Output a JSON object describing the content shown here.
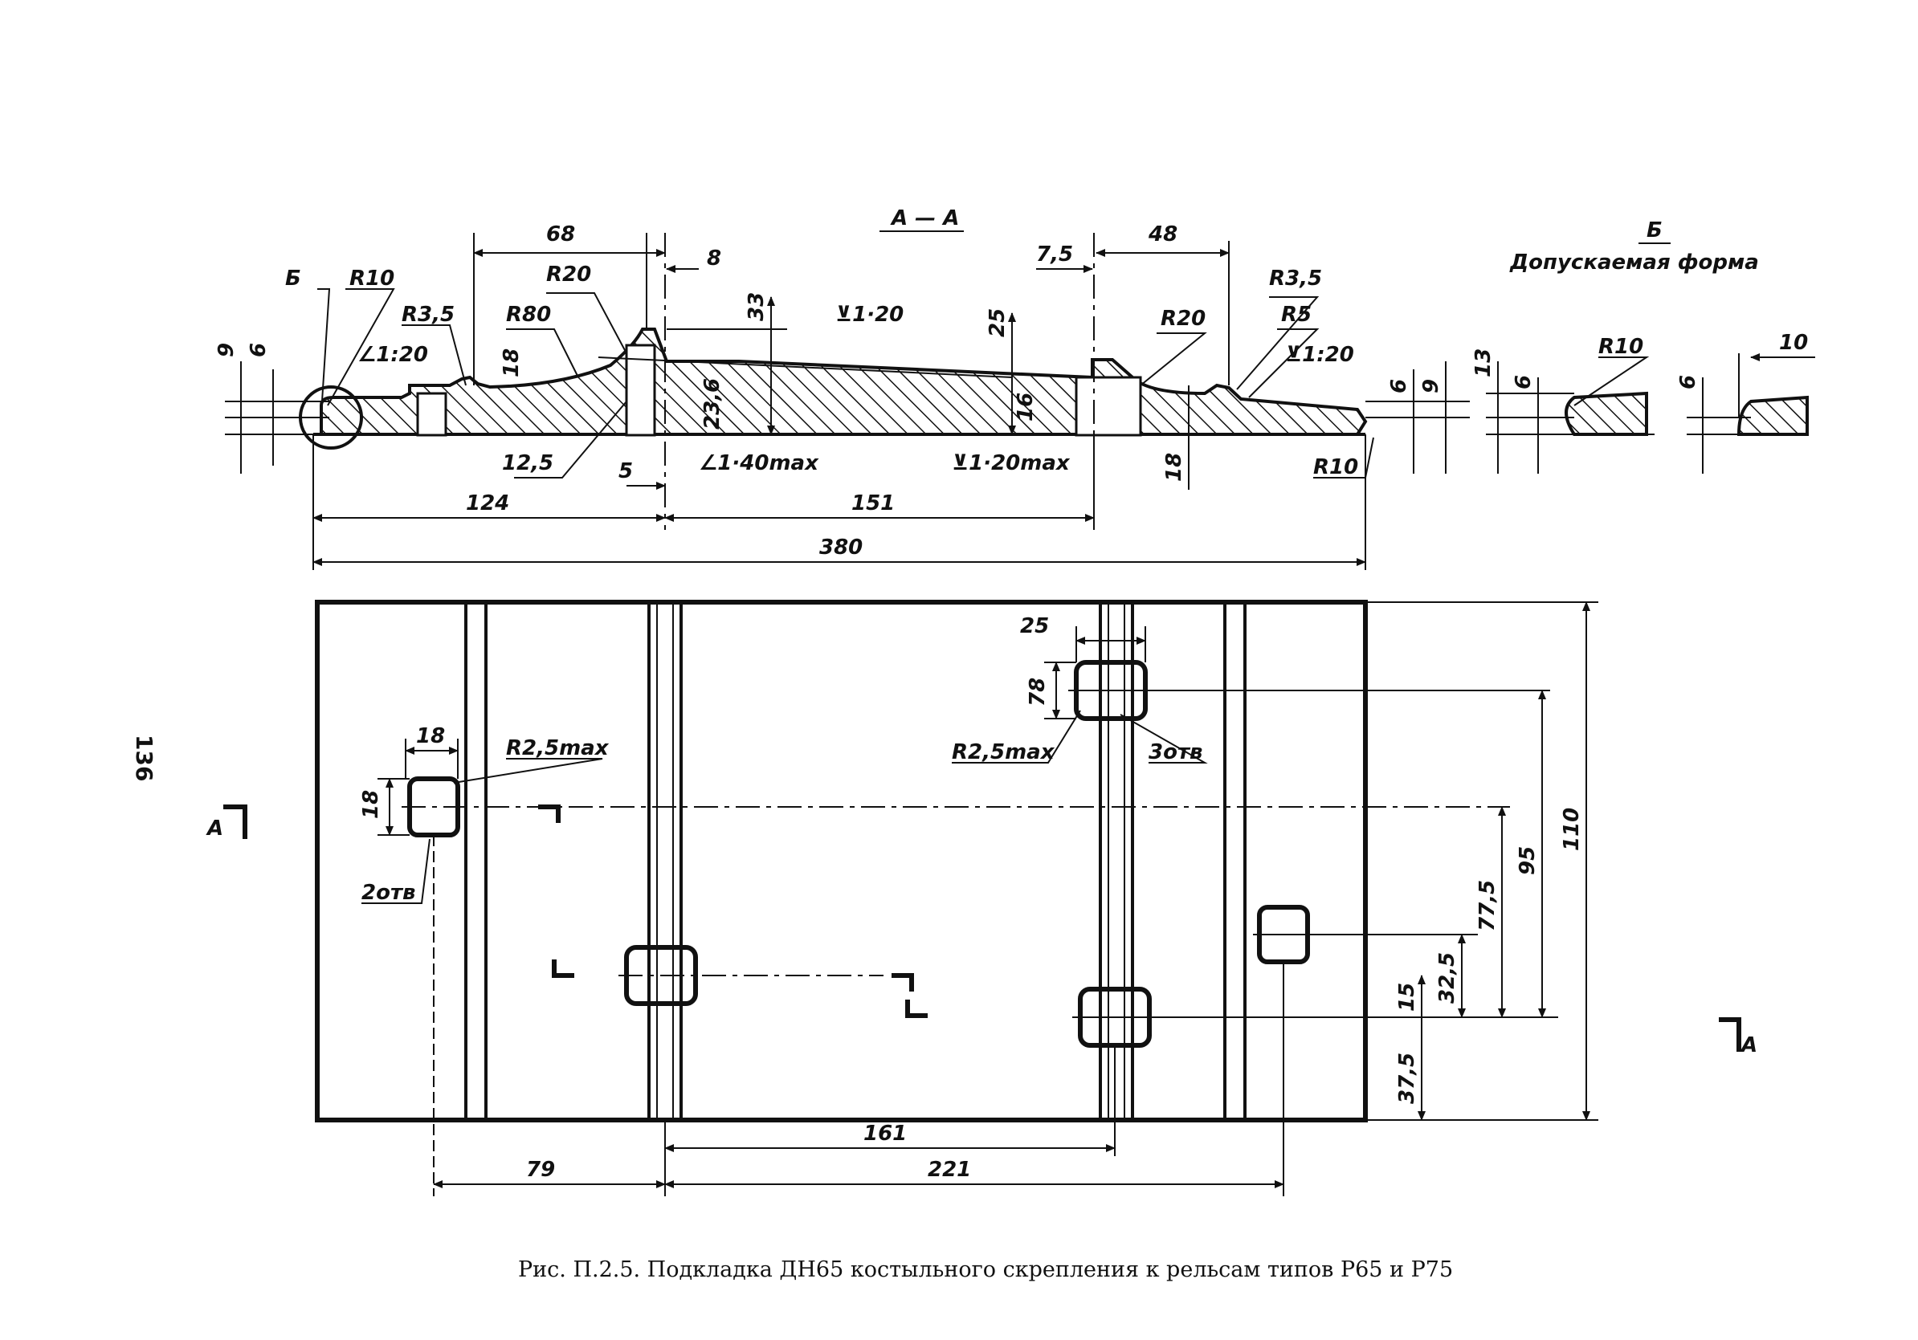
{
  "section": {
    "title": "А — А",
    "dims_top": [
      "68",
      "8",
      "7,5",
      "48",
      "33",
      "25"
    ],
    "radii": [
      "R10",
      "R3,5",
      "R80",
      "R20",
      "R20",
      "R3,5",
      "R5",
      "R10"
    ],
    "marks": [
      "Б"
    ],
    "slopes": [
      "∠1:20",
      "⊻1·20",
      "⊻1:20",
      "∠1·40max",
      "⊻1·20max"
    ],
    "inner": [
      "23,6",
      "16",
      "18",
      "12,5",
      "5",
      "18"
    ],
    "verticals_left": [
      "9",
      "6"
    ],
    "verticals_right": [
      "6",
      "9"
    ],
    "bottom": [
      "124",
      "151",
      "380"
    ]
  },
  "detail": {
    "mark": "Б",
    "title": "Допускаемая форма",
    "a": {
      "h1": "13",
      "h2": "6",
      "r": "R10"
    },
    "b": {
      "h": "6",
      "w": "10"
    }
  },
  "plan": {
    "hole_left": {
      "w": "18",
      "h": "18",
      "r": "R2,5max",
      "note": "2отв"
    },
    "hole_right": {
      "w": "25",
      "h": "78",
      "r": "R2,5max",
      "note": "3отв"
    },
    "vertical": [
      "110",
      "95",
      "77,5",
      "32,5",
      "15",
      "37,5"
    ],
    "bottom": [
      "79",
      "161",
      "221"
    ],
    "cut_mark": "А"
  },
  "page_number": "136",
  "caption": "Рис. П.2.5. Подкладка ДН65 костыльного скрепления к рельсам типов Р65 и Р75"
}
